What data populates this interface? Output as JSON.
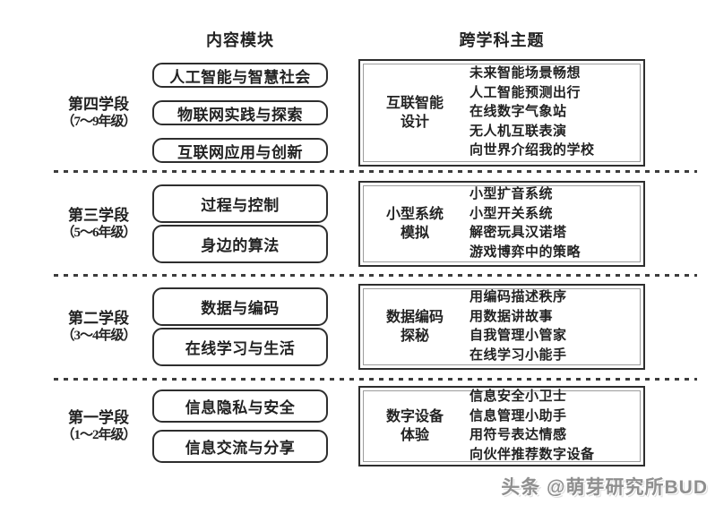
{
  "header": {
    "content_modules": "内容模块",
    "cross_subject_themes": "跨学科主题"
  },
  "sections": [
    {
      "stage": "第四学段",
      "grades": "（7～9年级）",
      "modules": [
        "人工智能与智慧社会",
        "物联网实践与探索",
        "互联网应用与创新"
      ],
      "theme": {
        "name": "互联智能\n设计",
        "items": [
          "未来智能场景畅想",
          "人工智能预测出行",
          "在线数字气象站",
          "无人机互联表演",
          "向世界介绍我的学校"
        ]
      }
    },
    {
      "stage": "第三学段",
      "grades": "（5～6年级）",
      "modules": [
        "过程与控制",
        "身边的算法"
      ],
      "theme": {
        "name": "小型系统\n模拟",
        "items": [
          "小型扩音系统",
          "小型开关系统",
          "解密玩具汉诺塔",
          "游戏博弈中的策略"
        ]
      }
    },
    {
      "stage": "第二学段",
      "grades": "（3～4年级）",
      "modules": [
        "数据与编码",
        "在线学习与生活"
      ],
      "theme": {
        "name": "数据编码\n探秘",
        "items": [
          "用编码描述秩序",
          "用数据讲故事",
          "自我管理小管家",
          "在线学习小能手"
        ]
      }
    },
    {
      "stage": "第一学段",
      "grades": "（1～2年级）",
      "modules": [
        "信息隐私与安全",
        "信息交流与分享"
      ],
      "theme": {
        "name": "数字设备\n体验",
        "items": [
          "信息安全小卫士",
          "信息管理小助手",
          "用符号表达情感",
          "向伙伴推荐数字设备"
        ]
      }
    }
  ],
  "watermark": "头条 @萌芽研究所BUD",
  "colors": {
    "border": "#2e2e2e",
    "text": "#1f1f1f",
    "watermark": "#8f8f8f",
    "background": "#ffffff"
  }
}
